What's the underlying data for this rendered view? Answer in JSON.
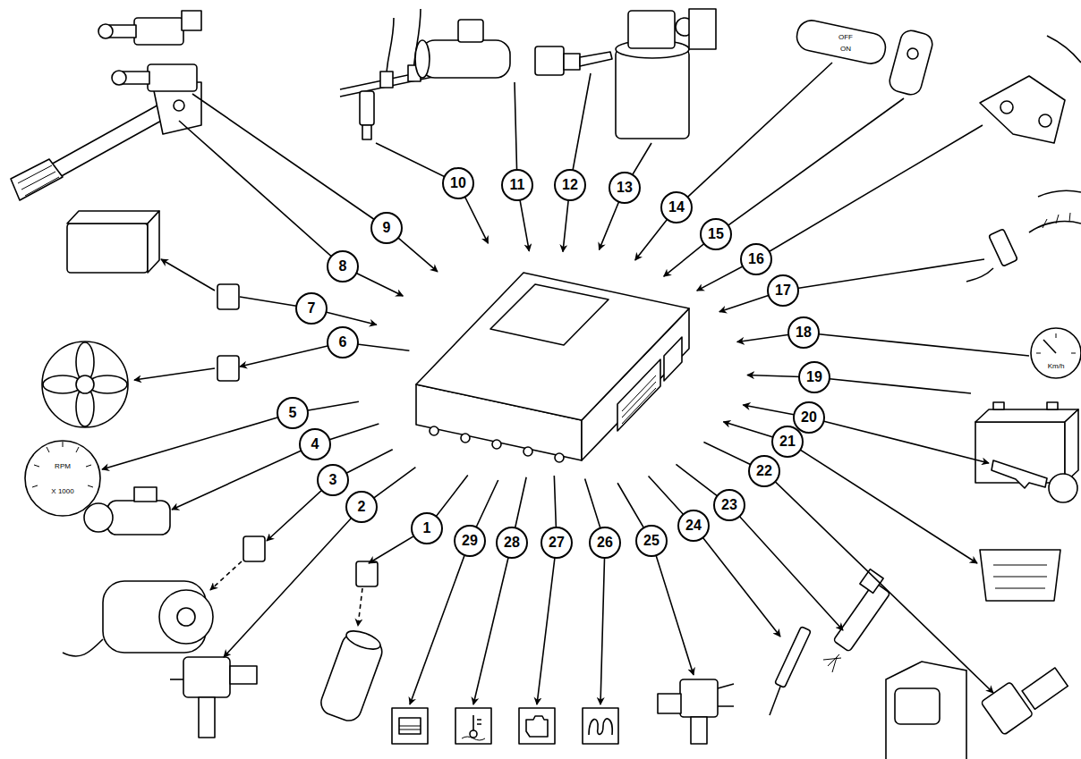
{
  "diagram": {
    "labels": [
      "1",
      "2",
      "3",
      "4",
      "5",
      "6",
      "7",
      "8",
      "9",
      "10",
      "11",
      "12",
      "13",
      "14",
      "15",
      "16",
      "17",
      "18",
      "19",
      "20",
      "21",
      "22",
      "23",
      "24",
      "25",
      "26",
      "27",
      "28",
      "29",
      "RPM",
      "X 1000",
      "Km/h",
      "OFF",
      "ON"
    ]
  }
}
